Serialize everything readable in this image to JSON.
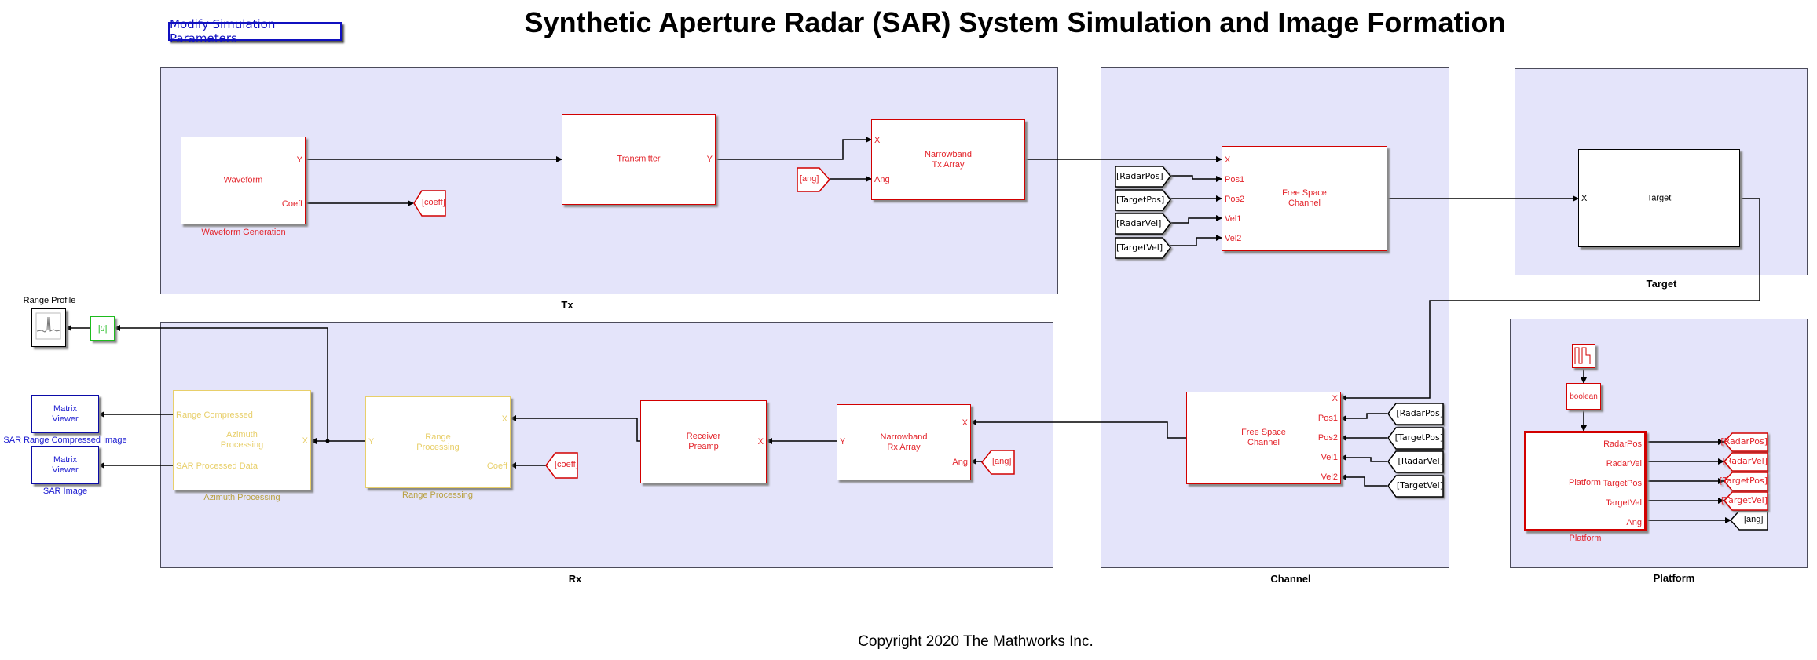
{
  "title": "Synthetic Aperture Radar (SAR)  System Simulation and Image Formation",
  "modify_button": "Modify Simulation Parameters",
  "copyright": "Copyright 2020 The Mathworks Inc.",
  "colors": {
    "panel_bg": "#e4e4fa",
    "block_red": "#e3242b",
    "block_yellow": "#e8cf6a",
    "block_blue": "#1a1ad0",
    "block_green": "#1dbb1d"
  },
  "panels": {
    "tx": "Tx",
    "rx": "Rx",
    "channel": "Channel",
    "target": "Target",
    "platform": "Platform"
  },
  "blocks": {
    "waveform": {
      "name": "Waveform",
      "label": "Waveform Generation",
      "ports_out": [
        "Y",
        "Coeff"
      ]
    },
    "transmitter": {
      "name": "Transmitter",
      "ports_out": [
        "Y"
      ]
    },
    "tx_array": {
      "name": "Narrowband\nTx Array",
      "ports_in": [
        "X",
        "Ang"
      ]
    },
    "fsc_tx": {
      "name": "Free Space\nChannel",
      "ports_in": [
        "X",
        "Pos1",
        "Pos2",
        "Vel1",
        "Vel2"
      ]
    },
    "target": {
      "name": "Target",
      "ports_in": [
        "X"
      ]
    },
    "fsc_rx": {
      "name": "Free Space\nChannel",
      "ports_in": [
        "X",
        "Pos1",
        "Pos2",
        "Vel1",
        "Vel2"
      ]
    },
    "rx_array": {
      "name": "Narrowband\nRx Array",
      "ports_in": [
        "X",
        "Ang"
      ],
      "ports_out": [
        "Y"
      ]
    },
    "receiver": {
      "name": "Receiver\nPreamp",
      "ports_in": [
        "X"
      ]
    },
    "range_proc": {
      "name": "Range\nProcessing",
      "label": "Range Processing",
      "ports_in": [
        "X",
        "Coeff"
      ],
      "ports_out": [
        "Y"
      ]
    },
    "azimuth_proc": {
      "name": "Azimuth\nProcessing",
      "label": "Azimuth Processing",
      "ports_in": [
        "X"
      ],
      "ports_out": [
        "Range Compressed",
        "SAR Processed Data"
      ]
    },
    "abs": {
      "name": "|u|"
    },
    "range_profile": {
      "label": "Range Profile"
    },
    "mv_range": {
      "name": "Matrix\nViewer",
      "label": "SAR Range Compressed Image"
    },
    "mv_sar": {
      "name": "Matrix\nViewer",
      "label": "SAR Image"
    },
    "boolean": {
      "name": "boolean"
    },
    "platform": {
      "name": "Platform",
      "label": "Platform",
      "ports_out": [
        "RadarPos",
        "RadarVel",
        "TargetPos",
        "TargetVel",
        "Ang"
      ]
    }
  },
  "tags": {
    "coeff_goto": "[coeff]",
    "coeff_from": "[coeff]",
    "ang_from_tx": "[ang]",
    "ang_from_rx": "[ang]",
    "ang_goto": "[ang]",
    "channel_from_top": [
      "[RadarPos]",
      "[TargetPos]",
      "[RadarVel]",
      "[TargetVel]"
    ],
    "channel_from_bottom": [
      "[RadarPos]",
      "[TargetPos]",
      "[RadarVel]",
      "[TargetVel]"
    ],
    "platform_goto": [
      "[RadarPos]",
      "[RadarVel]",
      "[TargetPos]",
      "[TargetVel]"
    ]
  }
}
